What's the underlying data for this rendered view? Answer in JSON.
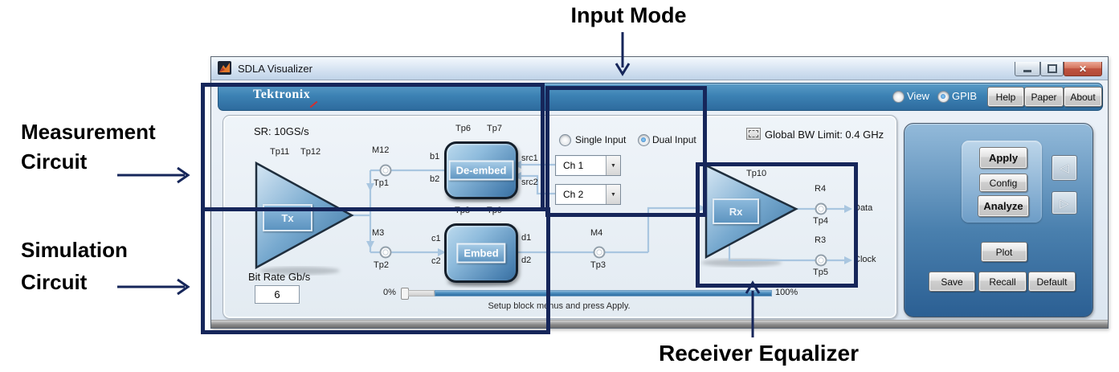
{
  "annotations": {
    "input_mode": "Input Mode",
    "measurement": {
      "line1": "Measurement",
      "line2": "Circuit"
    },
    "simulation": {
      "line1": "Simulation",
      "line2": "Circuit"
    },
    "receiver_equalizer": "Receiver Equalizer"
  },
  "window": {
    "title": "SDLA Visualizer"
  },
  "banner": {
    "brand": "Tektronix",
    "view_label": "View",
    "gpib_label": "GPIB",
    "help_label": "Help",
    "paper_label": "Paper",
    "about_label": "About"
  },
  "diagram": {
    "sample_rate": "SR: 10GS/s",
    "global_bw_label": "Global BW Limit: 0.4 GHz",
    "single_input_label": "Single Input",
    "dual_input_label": "Dual Input",
    "ch1_value": "Ch 1",
    "ch2_value": "Ch 2",
    "tx_label": "Tx",
    "rx_label": "Rx",
    "deembed_label": "De-embed",
    "embed_label": "Embed",
    "tp": {
      "tp1": "Tp1",
      "tp2": "Tp2",
      "tp3": "Tp3",
      "tp4": "Tp4",
      "tp5": "Tp5",
      "tp6": "Tp6",
      "tp7": "Tp7",
      "tp8": "Tp8",
      "tp9": "Tp9",
      "tp10": "Tp10",
      "tp11": "Tp11",
      "tp12": "Tp12"
    },
    "nodes": {
      "m12": "M12",
      "m3": "M3",
      "m4": "M4",
      "r3": "R3",
      "r4": "R4"
    },
    "ports": {
      "b1": "b1",
      "b2": "b2",
      "c1": "c1",
      "c2": "c2",
      "d1": "d1",
      "d2": "d2",
      "src1": "src1",
      "src2": "src2"
    },
    "data_label": "Data",
    "clock_label": "Clock",
    "bit_rate_label": "Bit Rate Gb/s",
    "bit_rate_value": "6",
    "progress_start": "0%",
    "progress_end": "100%",
    "status": "Setup block menus and press Apply."
  },
  "control_panel": {
    "apply": "Apply",
    "config": "Config",
    "analyze": "Analyze",
    "plot": "Plot",
    "save": "Save",
    "recall": "Recall",
    "default": "Default"
  },
  "icons": {
    "close": "✕",
    "dropdown": "▼",
    "prev": "◁",
    "next": "▷"
  },
  "colors": {
    "annotation_navy": "#16265a",
    "banner_blue": "#3c82b4",
    "wire": "#a9c6e0"
  }
}
